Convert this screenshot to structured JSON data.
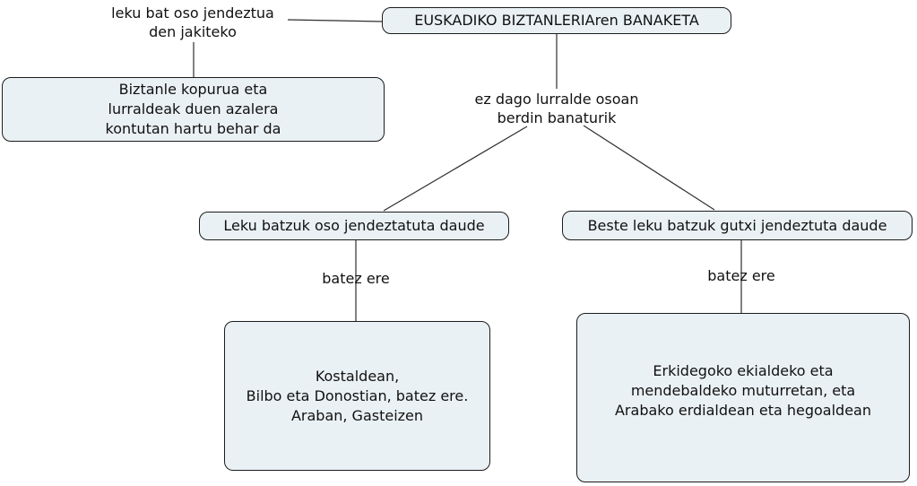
{
  "colors": {
    "background": "#ffffff",
    "box_fill": "#eaf1f4",
    "box_border": "#1c1c1c",
    "connector": "#2e2e2e",
    "text": "#111111"
  },
  "map": {
    "intro_label": {
      "lines": [
        "leku bat oso jendeztua",
        "den jakiteko"
      ]
    },
    "title": "EUSKADIKO BIZTANLERIAren BANAKETA",
    "factors": {
      "lines": [
        "Biztanle kopurua eta",
        "lurraldeak duen azalera",
        "kontutan hartu behar da"
      ]
    },
    "uneven": {
      "lines": [
        "ez dago lurralde osoan",
        "berdin banaturik"
      ]
    },
    "dense": {
      "label": "Leku batzuk oso jendeztatuta daude"
    },
    "sparse": {
      "label": "Beste leku batzuk gutxi jendeztuta daude"
    },
    "link_label_left": "batez ere",
    "link_label_right": "batez ere",
    "dense_places": {
      "lines": [
        "Kostaldean,",
        "Bilbo eta Donostian, batez ere.",
        "Araban, Gasteizen"
      ]
    },
    "sparse_places": {
      "lines": [
        "Erkidegoko ekialdeko eta",
        "mendebaldeko muturretan, eta",
        "Arabako erdialdean eta hegoaldean"
      ]
    }
  }
}
